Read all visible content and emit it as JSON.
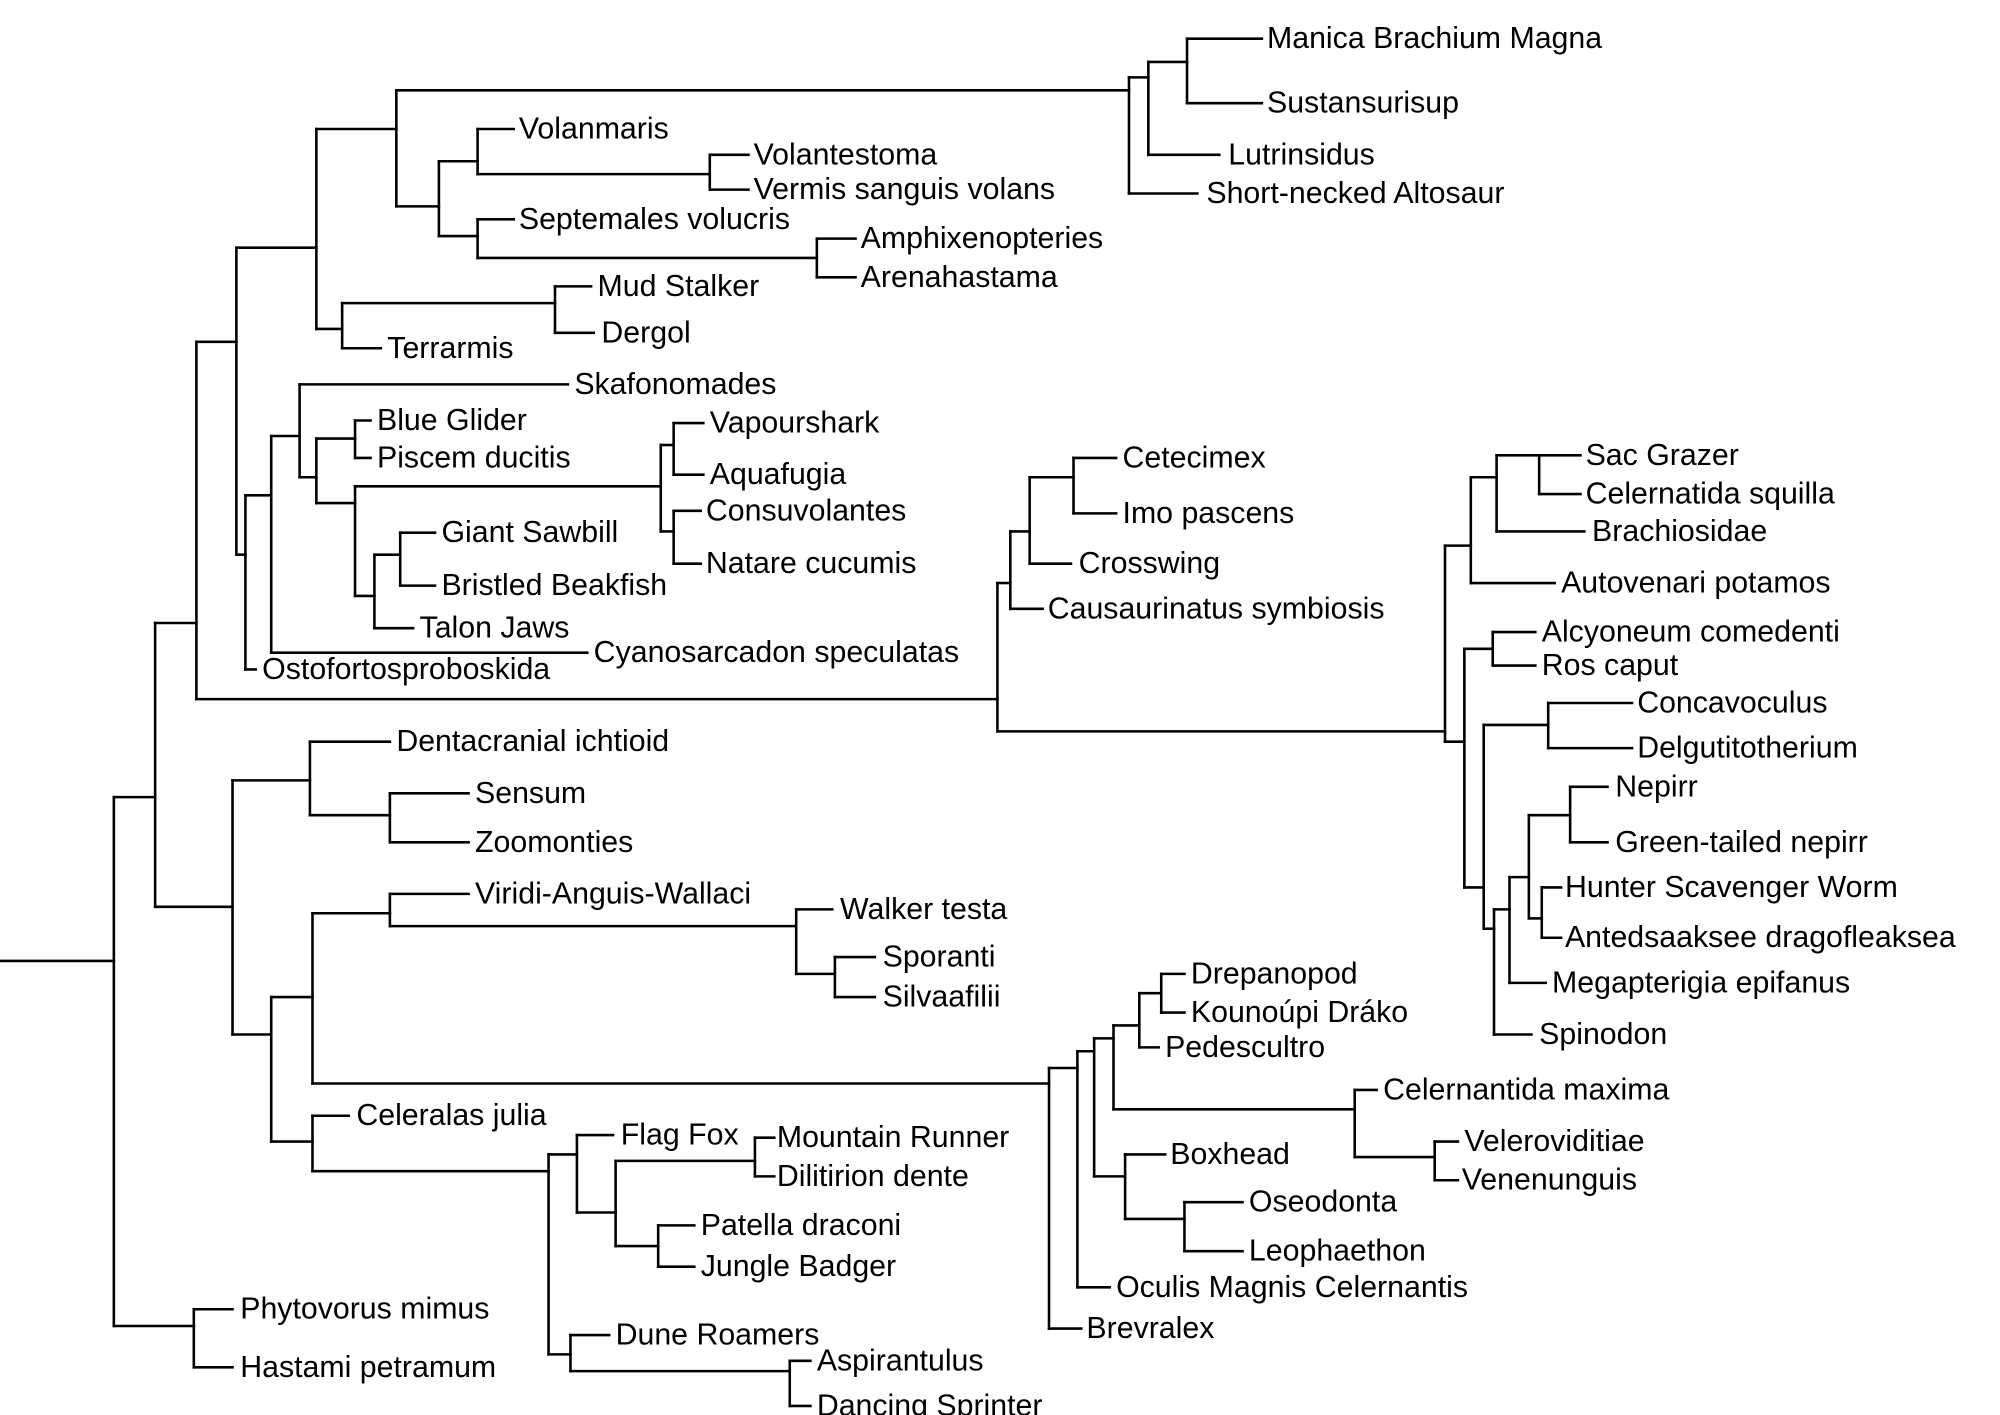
{
  "taxa": [
    "Manica Brachium Magna",
    "Sustansurisup",
    "Lutrinsidus",
    "Short-necked Altosaur",
    "Volanmaris",
    "Volantestoma",
    "Vermis sanguis volans",
    "Septemales volucris",
    "Amphixenopteries",
    "Arenahastama",
    "Mud Stalker",
    "Dergol",
    "Terrarmis",
    "Skafonomades",
    "Blue Glider",
    "Piscem ducitis",
    "Vapourshark",
    "Aquafugia",
    "Consuvolantes",
    "Natare cucumis",
    "Giant Sawbill",
    "Bristled Beakfish",
    "Talon Jaws",
    "Cyanosarcadon speculatas",
    "Ostofortosproboskida",
    "Cetecimex",
    "Imo pascens",
    "Crosswing",
    "Causaurinatus symbiosis",
    "Sac Grazer",
    "Celernatida squilla",
    "Brachiosidae",
    "Autovenari potamos",
    "Alcyoneum comedenti",
    "Ros caput",
    "Concavoculus",
    "Delgutitotherium",
    "Nepirr",
    "Green-tailed nepirr",
    "Hunter Scavenger Worm",
    "Antedsaaksee dragofleaksea",
    "Megapterigia epifanus",
    "Spinodon",
    "Dentacranial ichtioid",
    "Sensum",
    "Zoomonties",
    "Viridi-Anguis-Wallaci",
    "Walker testa",
    "Sporanti",
    "Silvaafilii",
    "Drepanopod",
    "Kounoúpi Dráko",
    "Pedescultro",
    "Celernantida maxima",
    "Veleroviditiae",
    "Venenunguis",
    "Boxhead",
    "Oseodonta",
    "Leophaethon",
    "Oculis Magnis Celernantis",
    "Brevralex",
    "Celeralas julia",
    "Flag Fox",
    "Mountain Runner",
    "Dilitirion dente",
    "Patella draconi",
    "Jungle Badger",
    "Dune Roamers",
    "Aspirantulus",
    "Dancing Sprinter",
    "Phytovorus mimus",
    "Hastami petramum"
  ],
  "line_color": "#000000",
  "background": "#ffffff"
}
